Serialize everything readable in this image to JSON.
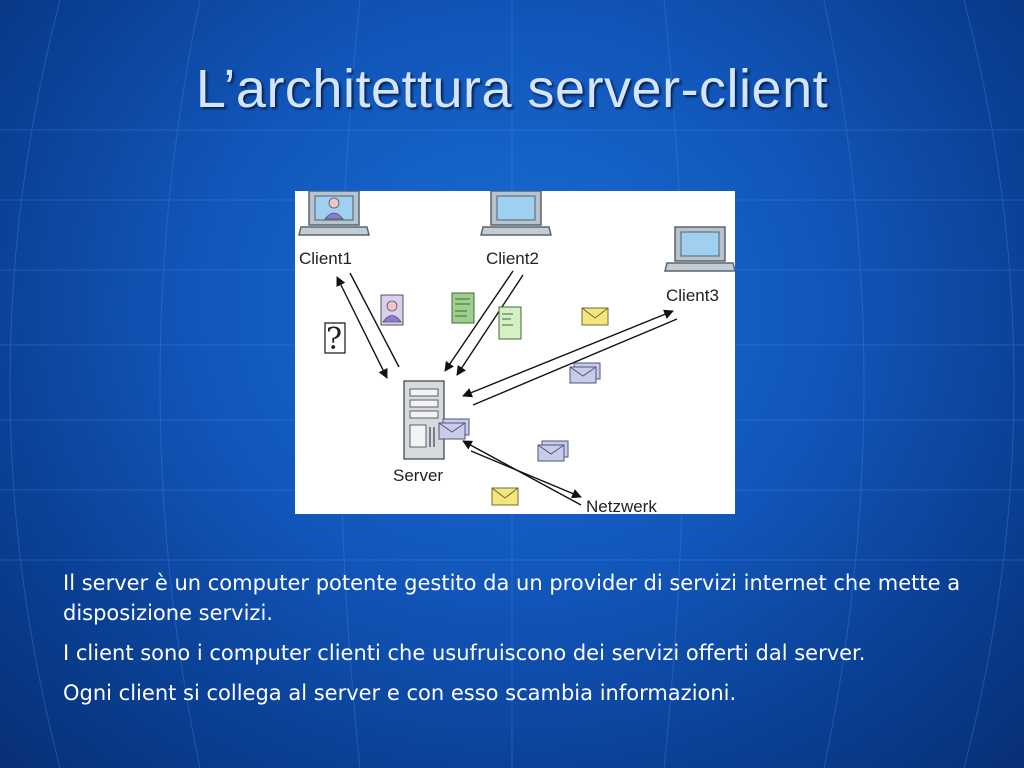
{
  "slide": {
    "title": "L’architettura server-client",
    "paragraphs": [
      "Il server è un computer potente gestito da un provider di servizi internet che mette a disposizione servizi.",
      "I client sono i computer clienti che usufruiscono dei servizi offerti dal server.",
      "Ogni client si collega al server e con esso scambia informazioni."
    ]
  },
  "diagram": {
    "client1_label": "Client1",
    "client2_label": "Client2",
    "client3_label": "Client3",
    "server_label": "Server",
    "network_label": "Netzwerk"
  },
  "colors": {
    "background": "#1155b8",
    "title": "#d5e4ff",
    "text": "#ffffff"
  }
}
